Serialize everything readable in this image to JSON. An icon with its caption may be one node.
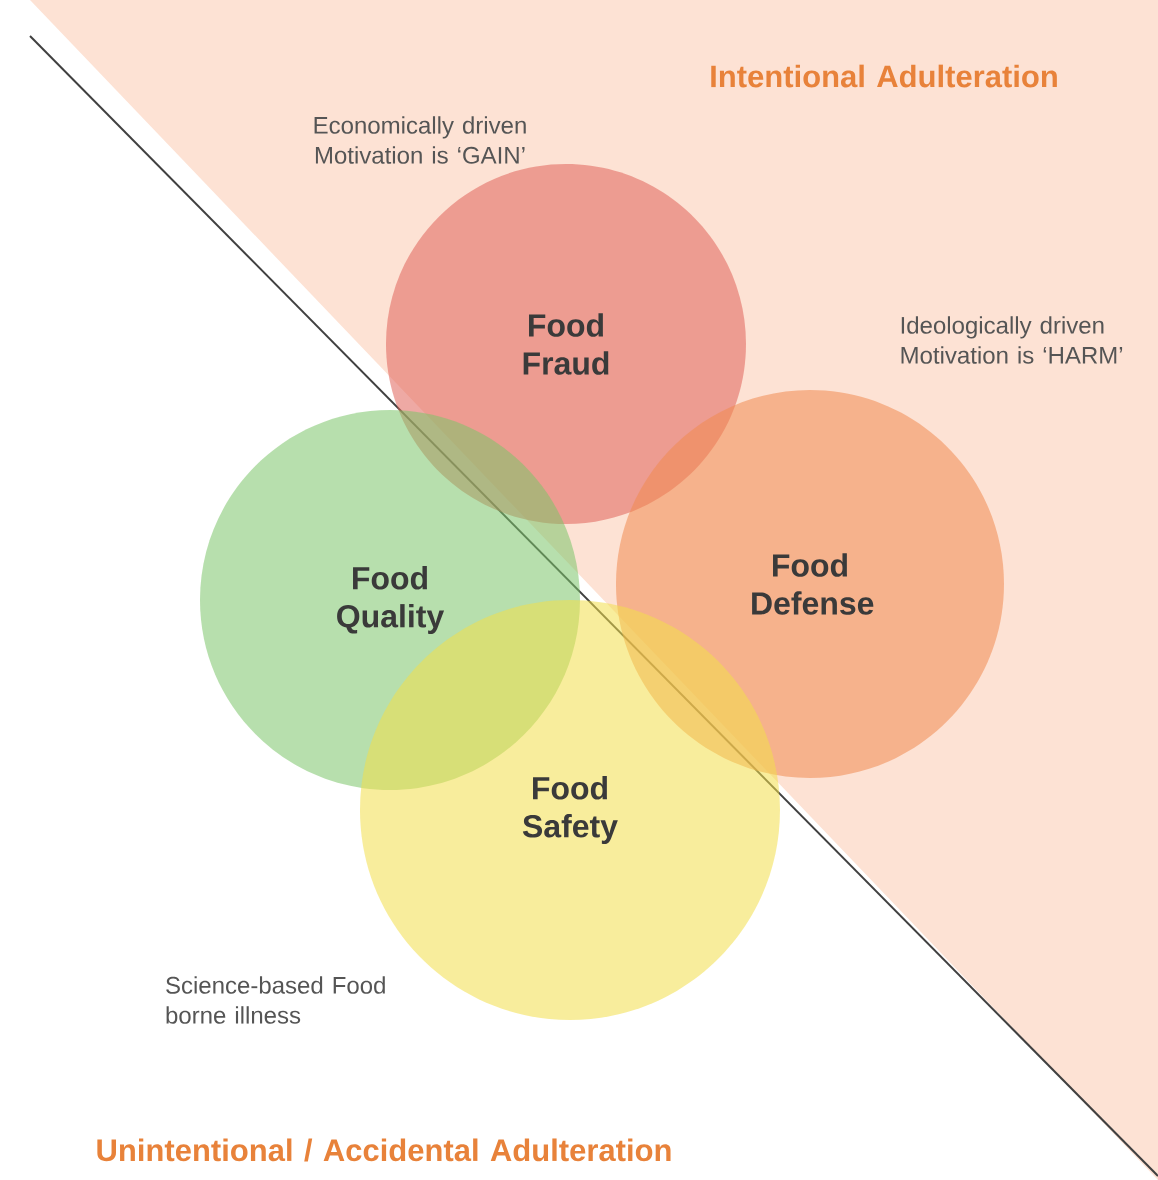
{
  "diagram": {
    "nodes": [
      {
        "text": [
          "Food Fraud"
        ]
      },
      {
        "text": [
          "Food Defense"
        ]
      },
      {
        "text": [
          "Food Quality"
        ]
      },
      {
        "text": [
          "Food Safety"
        ]
      }
    ],
    "labels": [
      "Intentional Adulteration",
      "Economically driven Motivation is ‘GAIN’",
      "Ideologically driven Motivation is ‘HARM’",
      "Science-based Food borne illness",
      "Unintentional / Accidental Adulteration"
    ]
  }
}
